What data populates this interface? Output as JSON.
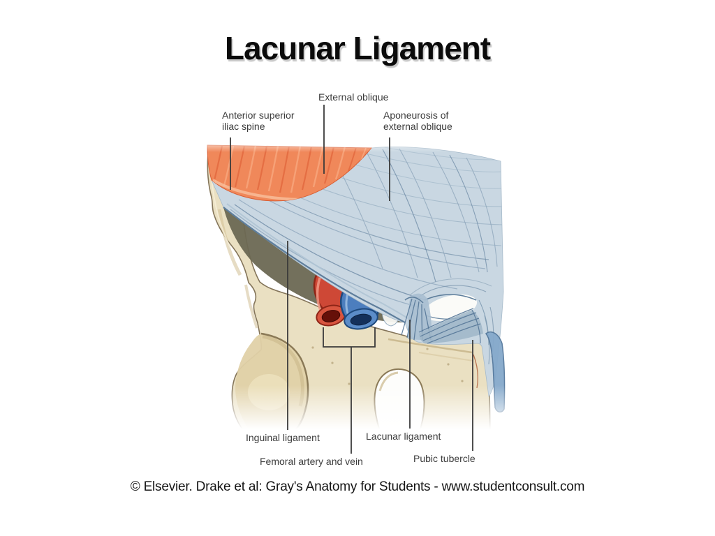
{
  "slide": {
    "title": "Lacunar Ligament",
    "credit": "© Elsevier. Drake et al: Gray's Anatomy for Students - www.studentconsult.com"
  },
  "figure": {
    "type": "anatomical-illustration",
    "subject": "Inguinal region of right hip bone with external oblique aponeurosis, lacunar ligament and femoral vessels",
    "labels": {
      "external_oblique": "External oblique",
      "anterior_superior_iliac_spine": "Anterior superior\niliac spine",
      "aponeurosis_of_external_oblique": "Aponeurosis of\nexternal oblique",
      "inguinal_ligament": "Inguinal ligament",
      "lacunar_ligament": "Lacunar ligament",
      "femoral_artery_and_vein": "Femoral artery and vein",
      "pubic_tubercle": "Pubic tubercle"
    },
    "colors": {
      "title_text": "#0B0B0B",
      "label_text": "#3B3B3B",
      "leader_line": "#3A3A3A",
      "bone": "#EAE0C2",
      "bone_outline": "#84755A",
      "muscle": "#F0885A",
      "aponeurosis": "#C9D7E2",
      "aponeurosis_fiber": "#7E99B0",
      "shadow_recess": "#6B6853",
      "artery_red": "#CE4836",
      "vein_blue": "#4C7EBE",
      "fascia_band": "#85A9CB"
    }
  }
}
